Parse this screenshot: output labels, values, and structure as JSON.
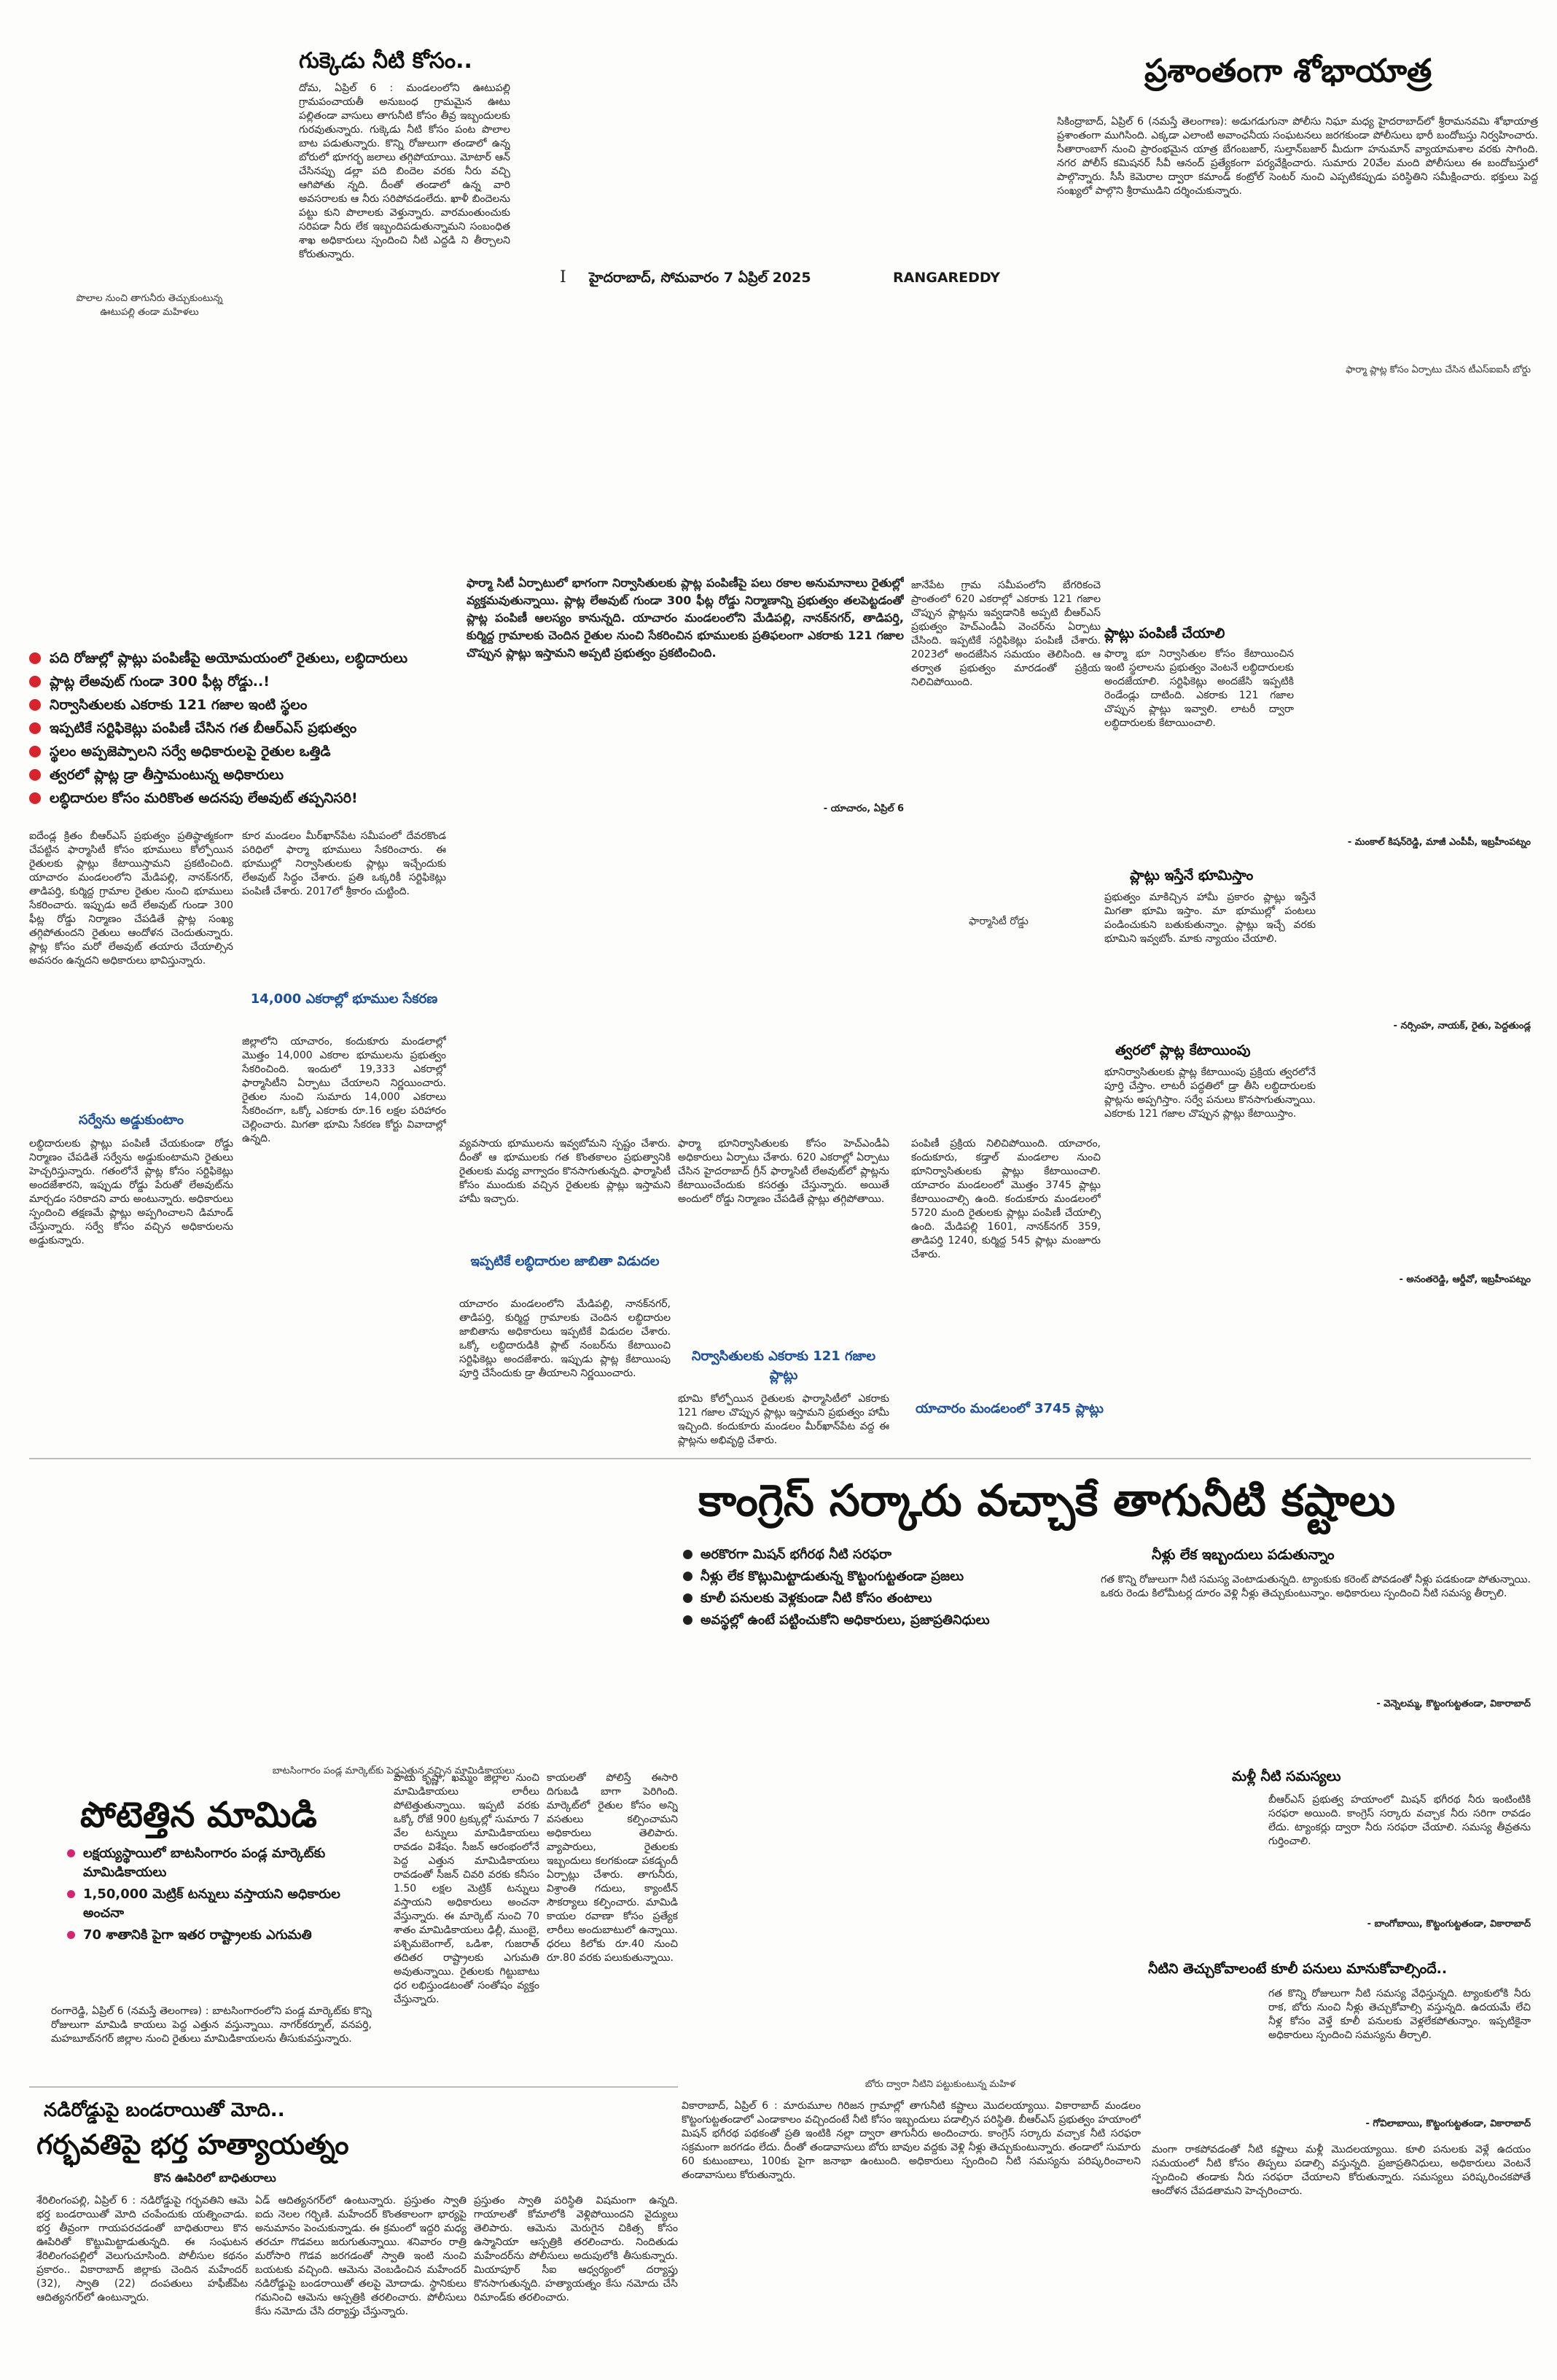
{
  "header": {
    "date_line": "హైదరాబాద్, సోమవారం 7 ఏప్రిల్ 2025",
    "section": "RANGAREDDY",
    "page_mark": "I"
  },
  "water_story": {
    "headline": "గుక్కెడు నీటి కోసం..",
    "body": "దోమ, ఏప్రిల్ 6 : మండలంలోని ఊటుపల్లి గ్రామపంచాయతీ అనుబంధ గ్రామమైన ఊటు పల్లితండా వాసులు తాగునీటి కోసం తీవ్ర ఇబ్బందులకు గురవుతున్నారు. గుక్కెడు నీటి కోసం పంట పొలాల బాట పడుతున్నారు. కొన్ని రోజులుగా తండాలో ఉన్న బోరులో భూగర్భ జలాలు తగ్గిపోయాయి. మోటార్ ఆన్ చేసినప్పు డల్లా పది బిందెల వరకు నీరు వచ్చి ఆగిపోతు న్నది. దీంతో తండాలో ఉన్న వారి అవసరాలకు ఆ నీరు సరిపోవడంలేదు. ఖాళీ బిందెలను పట్టు కుని పొలాలకు వెళ్తున్నారు. వారమంతుంచుకు సరిపడా నీరు లేక ఇబ్బందిపడుతున్నామని సంబంధిత శాఖ అధికారులు స్పందించి నీటి ఎద్దడి ని తీర్చాలని కోరుతున్నారు.",
    "caption": "పొలాల నుంచి తాగునీరు తెచ్చుకుంటున్న ఊటుపల్లి తండా మహిళలు"
  },
  "procession_story": {
    "headline": "ప్రశాంతంగా శోభాయాత్ర",
    "body": "సికింద్రాబాద్, ఏప్రిల్ 6 (నమస్తే తెలంగాణ): అడుగడుగునా పోలీసు నిఘా మధ్య హైదరాబాద్‌లో శ్రీరామనవమి శోభాయాత్ర ప్రశాంతంగా ముగిసింది. ఎక్కడా ఎలాంటి అవాంఛనీయ సంఘటనలు జరగకుండా పోలీసులు భారీ బందోబస్తు నిర్వహించారు. సీతారాంబాగ్ నుంచి ప్రారంభమైన యాత్ర బేగంబజార్, సుల్తాన్‌బజార్ మీదుగా హనుమాన్ వ్యాయామశాల వరకు సాగింది. నగర పోలీస్ కమిషనర్ సీవీ ఆనంద్ ప్రత్యేకంగా పర్యవేక్షించారు. సుమారు 20వేల మంది పోలీసులు ఈ బందోబస్తులో పాల్గొన్నారు. సీసీ కెమెరాల ద్వారా కమాండ్ కంట్రోల్ సెంటర్ నుంచి ఎప్పటికప్పుడు పరిస్థితిని సమీక్షించారు. భక్తులు పెద్ద సంఖ్యలో పాల్గొని శ్రీరాముడిని దర్శించుకున్నారు.",
    "caption": "ఫార్మా ప్లాట్ల కోసం ఏర్పాటు చేసిన టీఎస్ఐఐసీ బోర్డు"
  },
  "pharma_story": {
    "intro": "ఫార్మా సిటీ ఏర్పాటులో భాగంగా నిర్వాసితులకు ప్లాట్ల పంపిణీపై పలు రకాల అనుమానాలు రైతుల్లో వ్యక్తమవుతున్నాయి. ప్లాట్ల లేఅవుట్ గుండా 300 ఫీట్ల రోడ్డు నిర్మాణాన్ని ప్రభుత్వం తలపెట్టడంతో ప్లాట్ల పంపిణీ ఆలస్యం కానున్నది. యాచారం మండలంలోని మేడిపల్లి, నానక్‌నగర్, తాడిపర్తి, కుర్మిద్ద గ్రామాలకు చెందిన రైతుల నుంచి సేకరించిన భూములకు ప్రతిఫలంగా ఎకరాకు 121 గజాల చొప్పున ప్లాట్లు ఇస్తామని అప్పటి ప్రభుత్వం ప్రకటించింది.",
    "intro_credit": "- యాచారం, ఏప్రిల్ 6",
    "bullets": [
      "పది రోజుల్లో ప్లాట్లు పంపిణీపై అయోమయంలో రైతులు, లబ్ధిదారులు",
      "ప్లాట్ల లేఅవుట్ గుండా 300 ఫీట్ల రోడ్డు..!",
      "నిర్వాసితులకు ఎకరాకు 121 గజాల ఇంటి స్థలం",
      "ఇప్పటికే సర్టిఫికెట్లు పంపిణీ చేసిన గత బీఆర్ఎస్ ప్రభుత్వం",
      "స్థలం అప్పజెప్పాలని సర్వే అధికారులపై రైతుల ఒత్తిడి",
      "త్వరలో ప్లాట్ల డ్రా తీస్తామంటున్న అధికారులు",
      "లబ్ధిదారుల కోసం మరికొంత అదనపు లేఅవుట్ తప్పనిసరి!"
    ],
    "col1": "ఐదేండ్ల క్రితం బీఆర్ఎస్ ప్రభుత్వం ప్రతిష్ఠాత్మకంగా చేపట్టిన ఫార్మాసిటీ కోసం భూములు కోల్పోయిన రైతులకు ప్లాట్లు కేటాయిస్తామని ప్రకటించింది. యాచారం మండలంలోని మేడిపల్లి, నానక్‌నగర్, తాడిపర్తి, కుర్మిద్ద గ్రామాల రైతుల నుంచి భూములు సేకరించారు. ఇప్పుడు అదే లేఅవుట్ గుండా 300 ఫీట్ల రోడ్డు నిర్మాణం చేపడితే ప్లాట్ల సంఖ్య తగ్గిపోతుందని రైతులు ఆందోళన చెందుతున్నారు. ప్లాట్ల కోసం మరో లేఅవుట్ తయారు చేయాల్సిన అవసరం ఉన్నదని అధికారులు భావిస్తున్నారు.",
    "sub1": "సర్వేను అడ్డుకుంటాం",
    "col1b": "లబ్ధిదారులకు ప్లాట్లు పంపిణీ చేయకుండా రోడ్డు నిర్మాణం చేపడితే సర్వేను అడ్డుకుంటామని రైతులు హెచ్చరిస్తున్నారు. గతంలోనే ప్లాట్ల కోసం సర్టిఫికెట్లు అందజేశారని, ఇప్పుడు రోడ్డు పేరుతో లేఅవుట్‌ను మార్చడం సరికాదని వారు అంటున్నారు. అధికారులు స్పందించి తక్షణమే ప్లాట్లు అప్పగించాలని డిమాండ్ చేస్తున్నారు. సర్వే కోసం వచ్చిన అధికారులను అడ్డుకున్నారు.",
    "col2": "కూర మండలం మీర్‌ఖాన్‌పేట సమీపంలో దేవరకొండ పరిధిలో ఫార్మా భూములు సేకరించారు. ఈ భూముల్లో నిర్వాసితులకు ప్లాట్లు ఇచ్చేందుకు లేఅవుట్ సిద్ధం చేశారు. ప్రతి ఒక్కరికీ సర్టిఫికెట్లు పంపిణీ చేశారు. 2017లో శ్రీకారం చుట్టింది.",
    "sub2": "14,000 ఎకరాల్లో భూముల సేకరణ",
    "col2b": "జిల్లాలోని యాచారం, కందుకూరు మండలాల్లో మొత్తం 14,000 ఎకరాల భూములను ప్రభుత్వం సేకరించింది. ఇందులో 19,333 ఎకరాల్లో ఫార్మాసిటీని ఏర్పాటు చేయాలని నిర్ణయించారు. రైతుల నుంచి సుమారు 14,000 ఎకరాలు సేకరించగా, ఒక్కో ఎకరాకు రూ.16 లక్షల పరిహారం చెల్లించారు. మిగతా భూమి సేకరణ కోర్టు వివాదాల్లో ఉన్నది.",
    "col3": "వ్యవసాయ భూములను ఇవ్వబోమని స్పష్టం చేశారు. దీంతో ఆ భూములకు గత కొంతకాలం ప్రభుత్వానికి రైతులకు మధ్య వాగ్వాదం కొనసాగుతున్నది. ఫార్మాసిటీ కోసం ముందుకు వచ్చిన రైతులకు ప్లాట్లు ఇస్తామని హామీ ఇచ్చారు.",
    "sub3": "ఇప్పటికే లబ్ధిదారుల జాబితా విడుదల",
    "col3b": "యాచారం మండలంలోని మేడిపల్లి, నానక్‌నగర్, తాడిపర్తి, కుర్మిద్ద గ్రామాలకు చెందిన లబ్ధిదారుల జాబితాను అధికారులు ఇప్పటికే విడుదల చేశారు. ఒక్కో లబ్ధిదారుడికి ప్లాట్ నంబర్‌ను కేటాయించి సర్టిఫికెట్లు అందజేశారు. ఇప్పుడు ప్లాట్ల కేటాయింపు పూర్తి చేసేందుకు డ్రా తీయాలని నిర్ణయించారు.",
    "col4": "ఫార్మా భూనిర్వాసితులకు కోసం హెచ్ఎండీఏ అధికారులు ఏర్పాటు చేశారు. 620 ఎకరాల్లో ఏర్పాటు చేసిన హైదరాబాద్ గ్రీన్ ఫార్మాసిటీ లేఅవుట్‌లో ప్లాట్లను కేటాయించేందుకు కసరత్తు చేస్తున్నారు. అయితే అందులో రోడ్డు నిర్మాణం చేపడితే ప్లాట్లు తగ్గిపోతాయి.",
    "sub4": "నిర్వాసితులకు ఎకరాకు 121 గజాల ప్లాట్లు",
    "col4b": "భూమి కోల్పోయిన రైతులకు ఫార్మాసిటీలో ఎకరాకు 121 గజాల చొప్పున ప్లాట్లు ఇస్తామని ప్రభుత్వం హామీ ఇచ్చింది. కందుకూరు మండలం మీర్‌ఖాన్‌పేట వద్ద ఈ ప్లాట్లను అభివృద్ధి చేశారు.",
    "col5": "జానేపేట గ్రామ సమీపంలోని బేగరికంచె ప్రాంతంలో 620 ఎకరాల్లో ఎకరాకు 121 గజాల చొప్పున ప్లాట్లను ఇవ్వడానికి అప్పటి బీఆర్ఎస్ ప్రభుత్వం హెచ్ఎండీఏ వెంచర్‌ను ఏర్పాటు చేసింది. ఇప్పటికే సర్టిఫికెట్లు పంపిణీ చేశారు. 2023లో అందజేసిన సమయం తెలిసింది. ఆ తర్వాత ప్రభుత్వం మారడంతో ప్రక్రియ నిలిచిపోయింది.",
    "col5_caption": "ఫార్మాసిటీ రోడ్డు",
    "sub5": "యాచారం మండలంలో 3745 ప్లాట్లు",
    "col5b": "పంపిణీ ప్రక్రియ నిలిచిపోయింది. యాచారం, కందుకూరు, కడ్తాల్ మండలాల నుంచి భూనిర్వాసితులకు ప్లాట్లు కేటాయించాలి. యాచారం మండలంలో మొత్తం 3745 ప్లాట్లు కేటాయించాల్సి ఉంది. కందుకూరు మండలంలో 5720 మంది రైతులకు ప్లాట్లు పంపిణీ చేయాల్సి ఉంది. మేడిపల్లి 1601, నానక్‌నగర్ 359, తాడిపర్తి 1240, కుర్మిద్ద 545 ప్లాట్లు మంజూరు చేశారు.",
    "quote1_head": "ప్లాట్లు పంపిణీ చేయాలి",
    "quote1": "ఫార్మా భూ నిర్వాసితుల కోసం కేటాయించిన ఇంటి స్థలాలను ప్రభుత్వం వెంటనే లబ్ధిదారులకు అందజేయాలి. సర్టిఫికెట్లు అందజేసి ఇప్పటికి రెండేండ్లు దాటింది. ఎకరాకు 121 గజాల చొప్పున ప్లాట్లు ఇవ్వాలి. లాటరీ ద్వారా లబ్ధిదారులకు కేటాయించాలి.",
    "quote1_credit": "- మంకాల్ కిషన్‌రెడ్డి, మాజీ ఎంపీపీ, ఇబ్రహీంపట్నం",
    "quote2_head": "ప్లాట్లు ఇస్తేనే భూమిస్తాం",
    "quote2": "ప్రభుత్వం మాకిచ్చిన హామీ ప్రకారం ప్లాట్లు ఇస్తేనే మిగతా భూమి ఇస్తాం. మా భూముల్లో పంటలు పండించుకుని బతుకుతున్నాం. ప్లాట్లు ఇచ్చే వరకు భూమిని ఇవ్వబోం. మాకు న్యాయం చేయాలి.",
    "quote2_credit": "- నర్సింహ, నాయక్, రైతు, పెద్దతుండ్ల",
    "quote3_head": "త్వరలో ప్లాట్ల కేటాయింపు",
    "quote3": "భూనిర్వాసితులకు ప్లాట్ల కేటాయింపు ప్రక్రియ త్వరలోనే పూర్తి చేస్తాం. లాటరీ పద్ధతిలో డ్రా తీసి లబ్ధిదారులకు ప్లాట్లను అప్పగిస్తాం. సర్వే పనులు కొనసాగుతున్నాయి. ఎకరాకు 121 గజాల చొప్పున ప్లాట్లు కేటాయిస్తాం.",
    "quote3_credit": "- అనంతరెడ్డి, ఆర్డీవో, ఇబ్రహీంపట్నం"
  },
  "congress_story": {
    "headline": "కాంగ్రెస్ సర్కారు వచ్చాకే తాగునీటి కష్టాలు",
    "bullets": [
      "అరకొరగా మిషన్ భగీరథ నీటి సరఫరా",
      "నీళ్లు లేక కొట్లుమిట్టాడుతున్న కొట్టంగుట్టతండా ప్రజలు",
      "కూలీ పనులకు వెళ్లకుండా నీటి కోసం తంటాలు",
      "అవస్థల్లో ఉంటే పట్టించుకోని అధికారులు, ప్రజాప్రతినిధులు"
    ],
    "q1_head": "నీళ్లు లేక ఇబ్బందులు పడుతున్నాం",
    "q1": "గత కొన్ని రోజులుగా నీటి సమస్య వెంటాడుతున్నది. ట్యాంకుకు కరెంట్ పోవడంతో నీళ్లు పడకుండా పోతున్నాయి. ఒకరు రెండు కిలోమీటర్ల దూరం వెళ్లి నీళ్లు తెచ్చుకుంటున్నాం. అధికారులు స్పందించి నీటి సమస్య తీర్చాలి.",
    "q1_credit": "- వెన్నెలమ్మ, కొట్టంగుట్టతండా, వికారాబాద్",
    "q2_head": "మళ్లీ నీటి సమస్యలు",
    "q2": "బీఆర్ఎస్ ప్రభుత్వ హయాంలో మిషన్ భగీరథ నీరు ఇంటింటికి సరఫరా అయింది. కాంగ్రెస్ సర్కారు వచ్చాక నీరు సరిగా రావడం లేదు. ట్యాంకర్లు ద్వారా నీరు సరఫరా చేయాలి. సమస్య తీవ్రతను గుర్తించాలి.",
    "q2_credit": "- బాంగోబాయి, కొట్టంగుట్టతండా, వికారాబాద్",
    "q3_head": "నీటిని తెచ్చుకోవాలంటే కూలీ పనులు మానుకోవాల్సిందే..",
    "q3": "గత కొన్ని రోజులుగా నీటి సమస్య వేధిస్తున్నది. ట్యాంకులోకి నీరు రాక, బోరు నుంచి నీళ్లు తెచ్చుకోవాల్సి వస్తున్నది. ఉదయమే లేచి నీళ్ల కోసం వెళ్తే కూలీ పనులకు వెళ్లలేకపోతున్నాం. ఇప్పటికైనా అధికారులు స్పందించి సమస్యను తీర్చాలి.",
    "q3_credit": "- గోవిలాబాయి, కొట్టంగుట్టతండా, వికారాబాద్",
    "caption": "బోరు ద్వారా నీటిని పట్టుకుంటున్న మహిళ",
    "body": "వికారాబాద్, ఏప్రిల్ 6 : మారుమూల గిరిజన గ్రామాల్లో తాగునీటి కష్టాలు మొదలయ్యాయి. వికారాబాద్ మండలం కొట్టంగుట్టతండాలో ఎండాకాలం వచ్చిందంటే నీటి కోసం ఇబ్బందులు పడాల్సిన పరిస్థితి. బీఆర్ఎస్ ప్రభుత్వం హయాంలో మిషన్ భగీరథ పథకంతో ప్రతి ఇంటికి నల్లా ద్వారా తాగునీరు అందించారు. కాంగ్రెస్ సర్కారు వచ్చాక నీటి సరఫరా సక్రమంగా జరగడం లేదు. దీంతో తండావాసులు బోరు బావుల వద్దకు వెళ్లి నీళ్లు తెచ్చుకుంటున్నారు. తండాలో సుమారు 60 కుటుంబాలు, 100కు పైగా జనాభా ఉంటుంది. అధికారులు స్పందించి నీటి సమస్యను పరిష్కరించాలని తండావాసులు కోరుతున్నారు.",
    "body2": "మంగా రాకపోవడంతో నీటి కష్టాలు మళ్లీ మొదలయ్యాయి. కూలి పనులకు వెళ్లే ఉదయం సమయంలో నీటి కోసం తిప్పలు పడాల్సి వస్తున్నది. ప్రజాప్రతినిధులు, అధికారులు వెంటనే స్పందించి తండాకు నీరు సరఫరా చేయాలని కోరుతున్నారు. సమస్యలు పరిష్కరించకపోతే ఆందోళన చేపడతామని హెచ్చరించారు."
  },
  "mango_story": {
    "kicker": "బాటసింగారం పండ్ల మార్కెట్‌కు పెద్దఎత్తున వచ్చిన మామిడికాయలు",
    "headline": "పోటెత్తిన మామిడి",
    "bullets": [
      "లక్షయ్యస్థాయిలో బాటసింగారం పండ్ల మార్కెట్‌కు మామిడికాయలు",
      "1,50,000 మెట్రిక్ టన్నులు వస్తాయని అధికారుల అంచనా",
      "70 శాతానికి పైగా ఇతర రాష్ట్రాలకు ఎగుమతి"
    ],
    "body": "రంగారెడ్డి, ఏప్రిల్ 6 (నమస్తే తెలంగాణ) : బాటసింగారంలోని పండ్ల మార్కెట్‌కు కొన్ని రోజులుగా మామిడి కాయలు పెద్ద ఎత్తున వస్తున్నాయి. నాగర్‌కర్నూల్, వనపర్తి, మహబూబ్‌నగర్ జిల్లాల నుంచి రైతులు మామిడికాయలను తీసుకువస్తున్నారు.",
    "col2": "పాటు కృష్ణా, ఖమ్మం జిల్లాల నుంచి మామిడికాయలు లారీలు పోటెత్తుతున్నాయి. ఇప్పటి వరకు ఒక్కో రోజే 900 ట్రక్కుల్లో సుమారు 7 వేల టన్నులు మామిడికాయలు రావడం విశేషం. సీజన్ ఆరంభంలోనే పెద్ద ఎత్తున మామిడికాయలు రావడంతో సీజన్ చివరి వరకు కనీసం 1.50 లక్షల మెట్రిక్ టన్నులు వస్తాయని అధికారులు అంచనా వేస్తున్నారు. ఈ మార్కెట్ నుంచి 70 శాతం మామిడికాయలు ఢిల్లీ, ముంబై, పశ్చిమబెంగాల్, ఒడిశా, గుజరాత్ తదితర రాష్ట్రాలకు ఎగుమతి అవుతున్నాయి. రైతులకు గిట్టుబాటు ధర లభిస్తుండటంతో సంతోషం వ్యక్తం చేస్తున్నారు.",
    "col3": "కాయలతో పోలిస్తే ఈసారి దిగుబడి బాగా పెరిగింది. మార్కెట్‌లో రైతుల కోసం అన్ని వసతులు కల్పించామని అధికారులు తెలిపారు. వ్యాపారులు, రైతులకు ఇబ్బందులు కలగకుండా పకడ్బందీ ఏర్పాట్లు చేశారు. తాగునీరు, విశ్రాంతి గదులు, క్యాంటీన్ సౌకర్యాలు కల్పించారు. మామిడి కాయల రవాణా కోసం ప్రత్యేక లారీలు అందుబాటులో ఉన్నాయి. ధరలు కిలోకు రూ.40 నుంచి రూ.80 వరకు పలుకుతున్నాయి."
  },
  "murder_story": {
    "kicker": "నడిరోడ్డుపై బండరాయితో మోది..",
    "headline": "గర్భవతిపై భర్త హత్యాయత్నం",
    "sub": "కొన ఊపిరిలో బాధితురాలు",
    "body": "శేరిలింగంపల్లి, ఏప్రిల్ 6 : నడిరోడ్డుపై గర్భవతిని ఆమె భర్త బండరాయితో మోది చంపేందుకు యత్నించాడు. భర్త తీవ్రంగా గాయపరచడంతో బాధితురాలు కొన ఊపిరితో కొట్టుమిట్టాడుతున్నది. ఈ సంఘటన శేరిలింగంపల్లిలో వెలుగుచూసింది. పోలీసుల కథనం ప్రకారం.. వికారాబాద్ జిల్లాకు చెందిన మహేందర్ (32), స్వాతి (22) దంపతులు హఫీజ్‌పేట ఆదిత్యనగర్‌లో ఉంటున్నారు.",
    "col2": "ఏడ్ ఆదిత్యనగర్‌లో ఉంటున్నారు. ప్రస్తుతం స్వాతి ఐదు నెలల గర్భిణి. మహేందర్ కొంతకాలంగా భార్యపై అనుమానం పెంచుకున్నాడు. ఈ క్రమంలో ఇద్దరి మధ్య తరచూ గొడవలు జరుగుతున్నాయి. శనివారం రాత్రి మరోసారి గొడవ జరగడంతో స్వాతి ఇంటి నుంచి బయటకు వచ్చింది. ఆమెను వెంబడించిన మహేందర్ నడిరోడ్డుపై బండరాయితో తలపై మోదాడు. స్థానికులు గమనించి ఆమెను ఆస్పత్రికి తరలించారు. పోలీసులు కేసు నమోదు చేసి దర్యాప్తు చేస్తున్నారు.",
    "col3": "ప్రస్తుతం స్వాతి పరిస్థితి విషమంగా ఉన్నది. గాయాలతో కోమాలోకి వెళ్లిపోయిందని వైద్యులు తెలిపారు. ఆమెను మెరుగైన చికిత్స కోసం ఉస్మానియా ఆస్పత్రికి తరలించారు. నిందితుడు మహేందర్‌ను పోలీసులు అదుపులోకి తీసుకున్నారు. మియాపూర్ సీఐ ఆధ్వర్యంలో దర్యాప్తు కొనసాగుతున్నది. హత్యాయత్నం కేసు నమోదు చేసి రిమాండ్‌కు తరలించారు."
  }
}
